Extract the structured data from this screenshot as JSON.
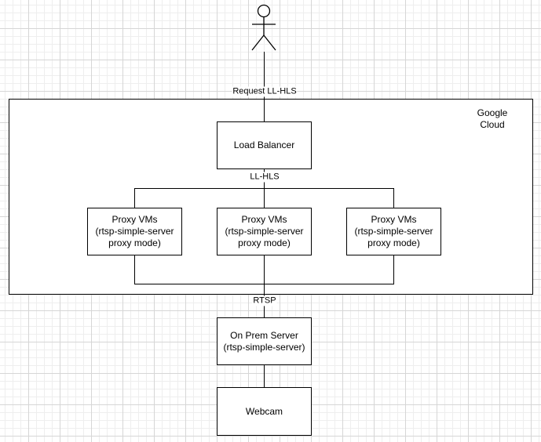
{
  "diagram": {
    "cloud_label": "Google\nCloud",
    "actor": {
      "icon": "stick-figure-user-icon"
    },
    "nodes": {
      "load_balancer": "Load Balancer",
      "proxies": [
        {
          "line1": "Proxy VMs",
          "line2": "(rtsp-simple-server",
          "line3": "proxy mode)"
        },
        {
          "line1": "Proxy VMs",
          "line2": "(rtsp-simple-server",
          "line3": "proxy mode)"
        },
        {
          "line1": "Proxy VMs",
          "line2": "(rtsp-simple-server",
          "line3": "proxy mode)"
        }
      ],
      "on_prem": {
        "line1": "On Prem Server",
        "line2": "(rtsp-simple-server)"
      },
      "webcam": "Webcam"
    },
    "edges": {
      "request": "Request LL-HLS",
      "ll_hls": "LL-HLS",
      "rtsp": "RTSP"
    }
  }
}
